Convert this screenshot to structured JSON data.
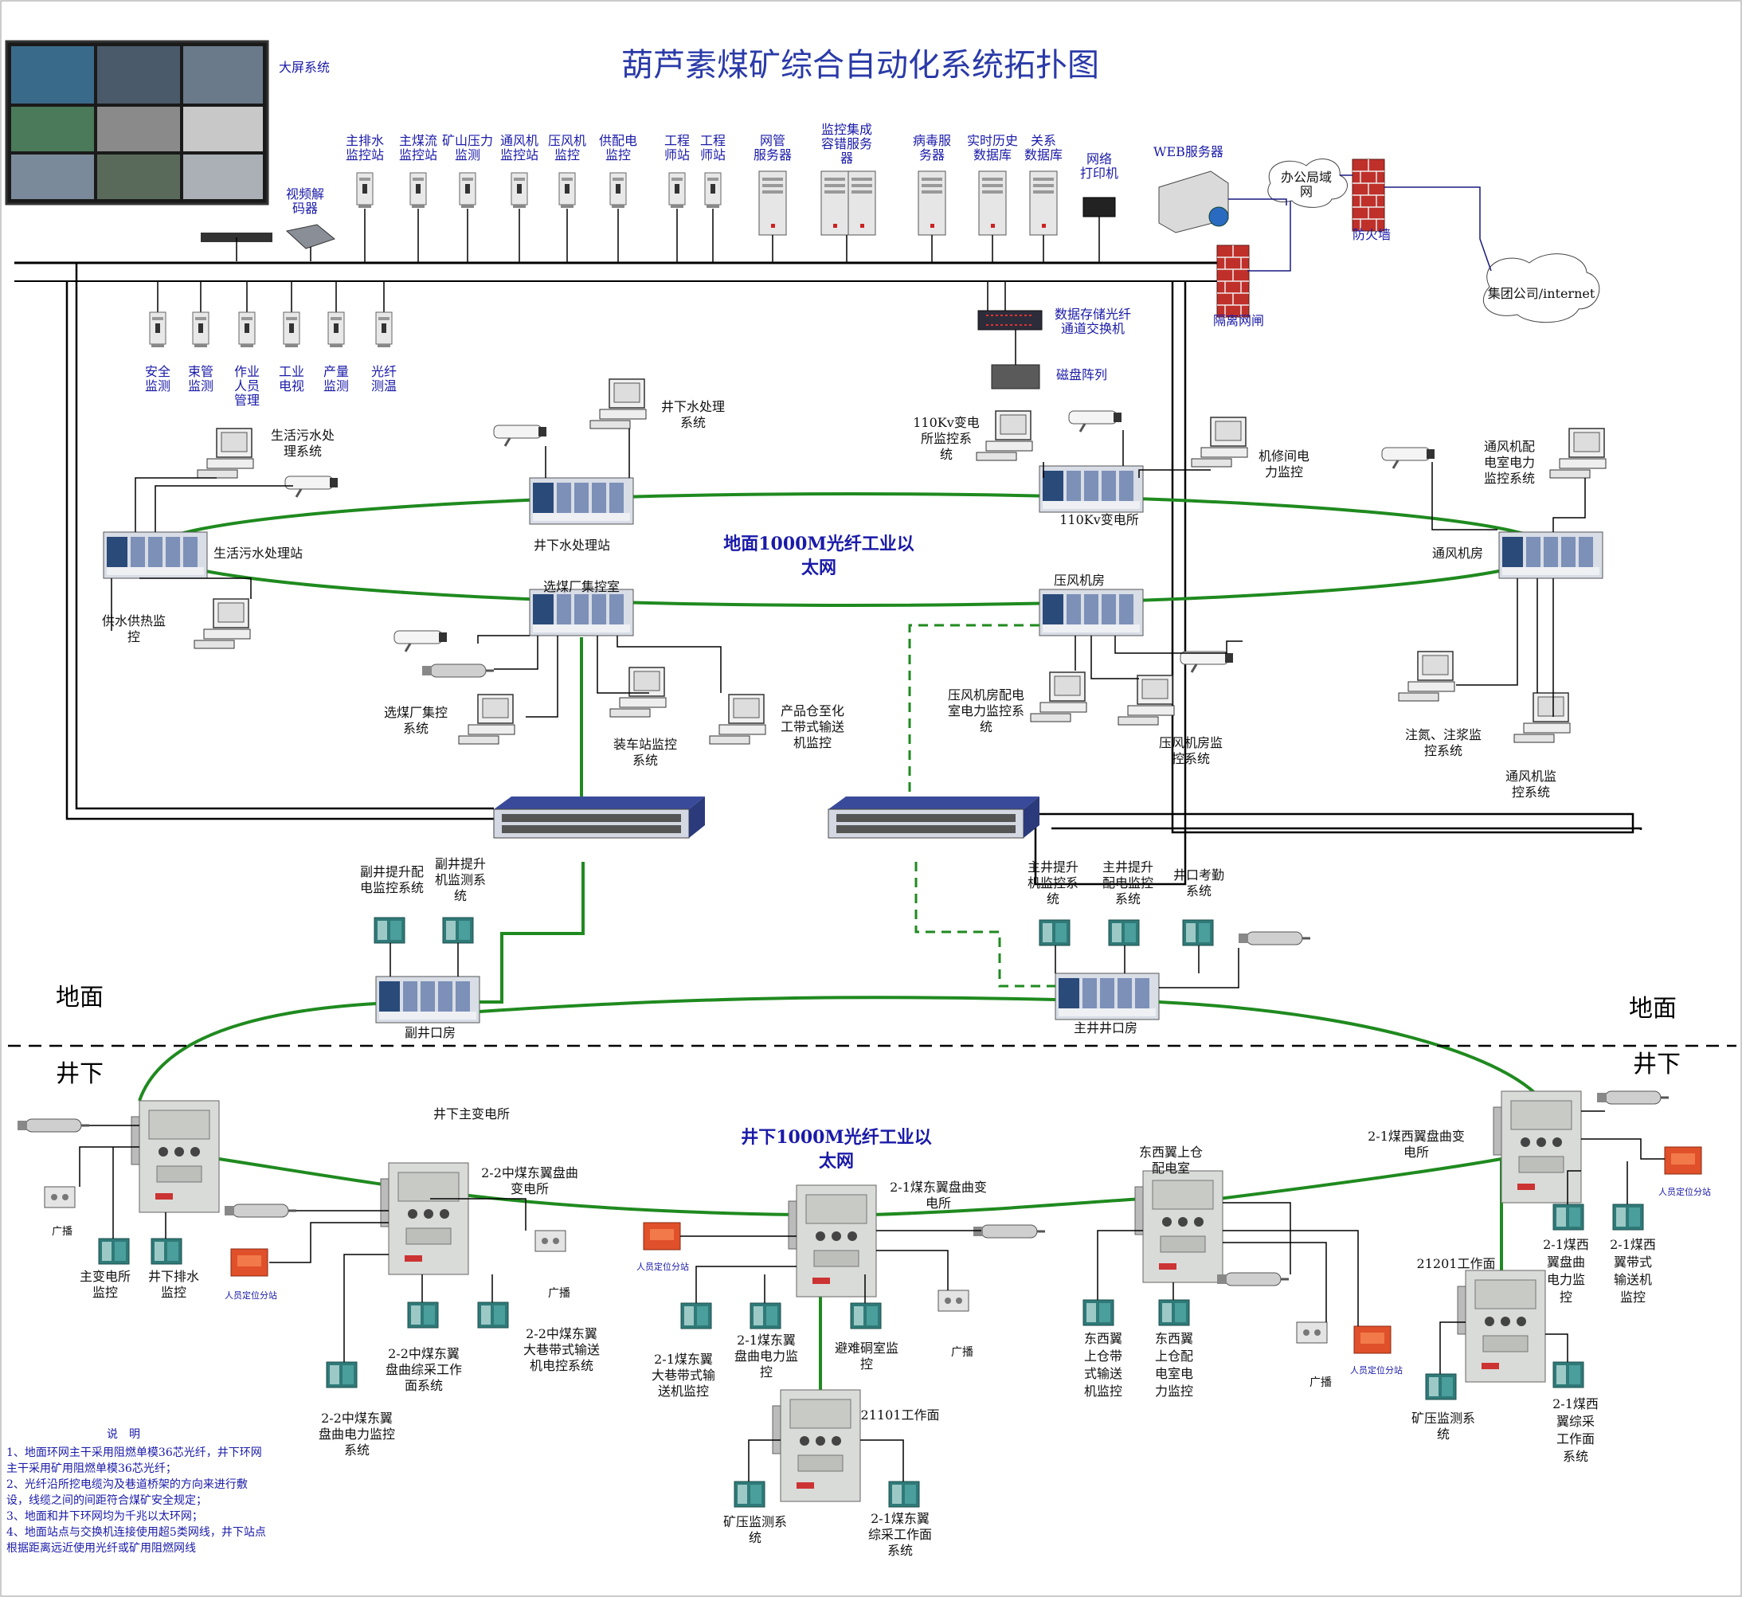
{
  "title": "葫芦素煤矿综合自动化系统拓扑图",
  "screen_label": "大屏系统",
  "video_decoder": [
    "视频解",
    "码器"
  ],
  "top_stations": [
    [
      "主排水",
      "监控站"
    ],
    [
      "主煤流",
      "监控站"
    ],
    [
      "矿山压力",
      "监测"
    ],
    [
      "通风机",
      "监控站"
    ],
    [
      "压风机",
      "监控"
    ],
    [
      "供配电",
      "监控"
    ],
    [
      "工程",
      "师站"
    ],
    [
      "工程",
      "师站"
    ]
  ],
  "servers": [
    [
      "网管",
      "服务器"
    ],
    [
      "监控集成",
      "容错服务",
      "器"
    ],
    [
      "病毒服",
      "务器"
    ],
    [
      "实时历史",
      "数据库"
    ],
    [
      "关系",
      "数据库"
    ],
    [
      "网络",
      "打印机"
    ]
  ],
  "web_server": "WEB服务器",
  "office_lan": [
    "办公局域",
    "网"
  ],
  "firewall": "防火墙",
  "isolation_gateway": "隔离网闸",
  "group_internet": "集团公司/internet",
  "storage_switch": [
    "数据存储光纤",
    "通道交换机"
  ],
  "disk_array": "磁盘阵列",
  "bottom_stations": [
    [
      "安全",
      "监测"
    ],
    [
      "束管",
      "监测"
    ],
    [
      "作业",
      "人员",
      "管理"
    ],
    [
      "工业",
      "电视"
    ],
    [
      "产量",
      "监测"
    ],
    [
      "光纤",
      "测温"
    ]
  ],
  "surface_ring": [
    "地面1000M光纤工业以",
    "太网"
  ],
  "underground_ring": [
    "井下1000M光纤工业以",
    "太网"
  ],
  "surface_nodes": {
    "shaft_water": "井下水处理站",
    "shaft_water_sys": [
      "井下水处理",
      "系统"
    ],
    "sewage_station": "生活污水处理站",
    "sewage_sys": [
      "生活污水处",
      "理系统"
    ],
    "heating": [
      "供水供热监",
      "控"
    ],
    "sub110": "110Kv变电所",
    "sub110_sys": [
      "110Kv变电",
      "所监控系",
      "统"
    ],
    "repair": [
      "机修间电",
      "力监控"
    ],
    "vent_room": "通风机房",
    "vent_power": [
      "通风机配",
      "电室电力",
      "监控系统"
    ],
    "coal_prep": "选煤厂集控室",
    "coal_prep_sys": [
      "选煤厂集控",
      "系统"
    ],
    "loading": [
      "装车站监控",
      "系统"
    ],
    "product_belt": [
      "产品仓至化",
      "工带式输送",
      "机监控"
    ],
    "compressor_room": "压风机房",
    "comp_power": [
      "压风机房配电",
      "室电力监控系",
      "统"
    ],
    "comp_ctrl": [
      "压风机房监",
      "控系统"
    ],
    "nitrogen": [
      "注氮、注浆监",
      "控系统"
    ],
    "vent_mon": [
      "通风机监",
      "控系统"
    ],
    "aux_hoist_power": [
      "副井提升配",
      "电监控系统"
    ],
    "aux_hoist_mon": [
      "副井提升",
      "机监测系",
      "统"
    ],
    "aux_shaft": "副井口房",
    "main_hoist": [
      "主井提升",
      "机监控系",
      "统"
    ],
    "main_hoist_power": [
      "主井提升",
      "配电监控",
      "系统"
    ],
    "attendance": [
      "井口考勤",
      "系统"
    ],
    "main_shaft": "主井井口房"
  },
  "zone_surface": "地面",
  "zone_underground": "井下",
  "underground_nodes": {
    "main_sub": "井下主变电所",
    "main_sub_mon": [
      "主变电所",
      "监控"
    ],
    "drainage": [
      "井下排水",
      "监控"
    ],
    "broadcast": "广播",
    "personnel": "人员定位分站",
    "sub_22": [
      "2-2中煤东翼盘曲",
      "变电所"
    ],
    "face_22": [
      "2-2中煤东翼",
      "盘曲综采工作",
      "面系统"
    ],
    "belt_22": [
      "2-2中煤东翼",
      "大巷带式输送",
      "机电控系统"
    ],
    "power_22": [
      "2-2中煤东翼",
      "盘曲电力监控",
      "系统"
    ],
    "sub_21e": [
      "2-1煤东翼盘曲变",
      "电所"
    ],
    "belt_21e": [
      "2-1煤东翼",
      "大巷带式输",
      "送机监控"
    ],
    "power_21e": [
      "2-1煤东翼",
      "盘曲电力监",
      "控"
    ],
    "refuge": [
      "避难硐室监",
      "控"
    ],
    "face_21101": "21101工作面",
    "press_mon": [
      "矿压监测系",
      "统"
    ],
    "face_21e": [
      "2-1煤东翼",
      "综采工作面",
      "系统"
    ],
    "east_west_room": [
      "东西翼上仓",
      "配电室"
    ],
    "ew_belt": [
      "东西翼",
      "上仓带",
      "式输送",
      "机监控"
    ],
    "ew_power": [
      "东西翼",
      "上仓配",
      "电室电",
      "力监控"
    ],
    "sub_21w": [
      "2-1煤西翼盘曲变",
      "电所"
    ],
    "w_power": [
      "2-1煤西",
      "翼盘曲",
      "电力监",
      "控"
    ],
    "w_belt": [
      "2-1煤西",
      "翼带式",
      "输送机",
      "监控"
    ],
    "face_21201": "21201工作面",
    "press_mon2": [
      "矿压监测系",
      "统"
    ],
    "face_21w": [
      "2-1煤西",
      "翼综采",
      "工作面",
      "系统"
    ]
  },
  "notes": {
    "heading": "说　明",
    "lines": [
      "1、地面环网主干采用阻燃单模36芯光纤，井下环网",
      "主干采用矿用阻燃单模36芯光纤；",
      "2、光纤沿所挖电缆沟及巷道桥架的方向来进行敷",
      "设，线缆之间的间距符合煤矿安全规定；",
      "3、地面和井下环网均为千兆以太环网；",
      "4、地面站点与交换机连接使用超5类网线，井下站点",
      "根据距离远近使用光纤或矿用阻燃网线"
    ]
  },
  "colors": {
    "ring": "#1f8a1f",
    "label": "#1a1aa8",
    "title": "#2a3aa8",
    "firewall": "#c0302a"
  }
}
